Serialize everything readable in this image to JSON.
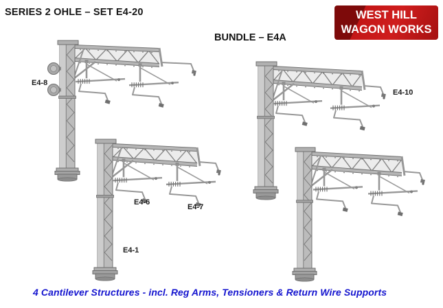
{
  "header": {
    "title": "SERIES 2 OHLE – SET E4-20",
    "bundle_title": "BUNDLE – E4A"
  },
  "badge": {
    "line1": "WEST HILL",
    "line2": "WAGON WORKS",
    "background_color": "#c31616",
    "corner_color": "#7d0a0a",
    "text_color": "#ffffff"
  },
  "structure_labels": {
    "e4_8": "E4-8",
    "e4_10": "E4-10",
    "e4_6": "E4-6",
    "e4_7": "E4-7",
    "e4_1": "E4-1"
  },
  "footer": {
    "caption": "4 Cantilever Structures - incl. Reg Arms, Tensioners & Return Wire Supports",
    "color": "#1515cf"
  },
  "render": {
    "structure_count": 4,
    "structure_color": "#b5b5b5",
    "outline_color": "#6f6f6f",
    "background_color": "#ffffff"
  }
}
